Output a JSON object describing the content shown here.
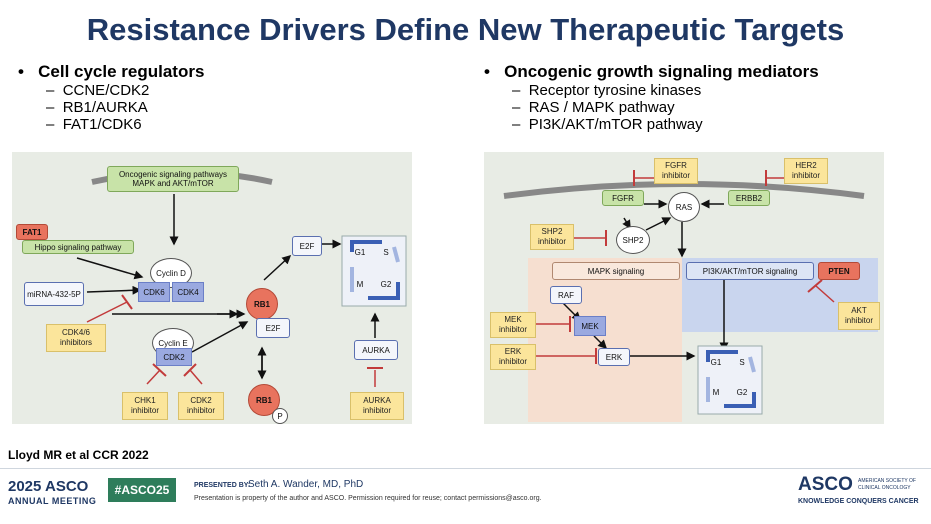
{
  "title": "Resistance Drivers Define New Therapeutic Targets",
  "left_list": {
    "heading": "Cell cycle regulators",
    "items": [
      "CCNE/CDK2",
      "RB1/AURKA",
      "FAT1/CDK6"
    ]
  },
  "right_list": {
    "heading": "Oncogenic growth signaling mediators",
    "items": [
      "Receptor tyrosine kinases",
      "RAS / MAPK pathway",
      "PI3K/AKT/mTOR pathway"
    ]
  },
  "left_diagram": {
    "oncogenic": "Oncogenic signaling pathways MAPK and AKT/mTOR",
    "fat1": "FAT1",
    "hippo": "Hippo signaling pathway",
    "mirna": "miRNA-432-5P",
    "cyclin_d": "Cyclin D",
    "cdk6": "CDK6",
    "cdk4": "CDK4",
    "cdk46_inh": "CDK4/6 inhibitors",
    "cyclin_e": "Cyclin E",
    "cdk2": "CDK2",
    "chk1_inh": "CHK1 inhibitor",
    "cdk2_inh": "CDK2 inhibitor",
    "e2f_top": "E2F",
    "rb1": "RB1",
    "e2f_bottom": "E2F",
    "rb1_p": "RB1",
    "p": "P",
    "g1": "G1",
    "s": "S",
    "m": "M",
    "g2": "G2",
    "aurka": "AURKA",
    "aurka_inh": "AURKA inhibitor"
  },
  "right_diagram": {
    "fgfr_inh": "FGFR inhibitor",
    "her2_inh": "HER2 inhibitor",
    "fgfr": "FGFR",
    "erbb2": "ERBB2",
    "ras": "RAS",
    "shp2_inh": "SHP2 inhibitor",
    "shp2": "SHP2",
    "mapk": "MAPK signaling",
    "pi3k": "PI3K/AKT/mTOR signaling",
    "pten": "PTEN",
    "akt_inh": "AKT inhibitor",
    "raf": "RAF",
    "mek_inh": "MEK inhibitor",
    "mek": "MEK",
    "erk_inh": "ERK inhibitor",
    "erk": "ERK",
    "g1": "G1",
    "s": "S",
    "m": "M",
    "g2": "G2"
  },
  "citation": "Lloyd MR et al CCR 2022",
  "footer": {
    "year": "2025",
    "asco": "ASCO",
    "meeting": "ANNUAL MEETING",
    "hashtag": "#ASCO25",
    "presented_by": "PRESENTED BY:",
    "presenter": "Seth A. Wander, MD, PhD",
    "notice": "Presentation is property of the author and ASCO. Permission required for reuse; contact permissions@asco.org.",
    "logo": "ASCO",
    "society1": "AMERICAN SOCIETY OF",
    "society2": "CLINICAL ONCOLOGY",
    "tagline": "KNOWLEDGE CONQUERS CANCER"
  },
  "colors": {
    "title": "#1f3864",
    "inhibitor_box": "#fbe59b",
    "kinase": "#9aa9e0",
    "red_node": "#e8735e",
    "hashtag_bg": "#2e7d5b",
    "asco_blue": "#1f3864"
  }
}
